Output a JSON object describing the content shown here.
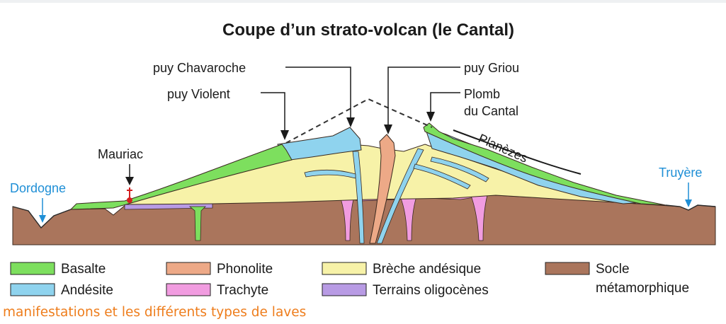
{
  "title": "Coupe d’un strato-volcan (le Cantal)",
  "labels": {
    "puy_chavaroche": "puy Chavaroche",
    "puy_violent": "puy Violent",
    "puy_griou": "puy Griou",
    "plomb_line1": "Plomb",
    "plomb_line2": "du Cantal",
    "mauriac": "Mauriac",
    "dordogne": "Dordogne",
    "truyere": "Truyère",
    "planezes": "Planèzes"
  },
  "legend": {
    "basalte": {
      "label": "Basalte",
      "color": "#7ddf5e"
    },
    "andesite": {
      "label": "Andésite",
      "color": "#8fd3ee"
    },
    "phonolite": {
      "label": "Phonolite",
      "color": "#eda987"
    },
    "trachyte": {
      "label": "Trachyte",
      "color": "#f19ce0"
    },
    "breche": {
      "label": "Brèche andésique",
      "color": "#f7f2a8"
    },
    "oligocene": {
      "label": "Terrains oligocènes",
      "color": "#b89be4"
    },
    "socle_line1": "Socle",
    "socle_line2": "métamorphique",
    "socle_color": "#aa755c"
  },
  "caption": "manifestations et les différents types de laves"
}
